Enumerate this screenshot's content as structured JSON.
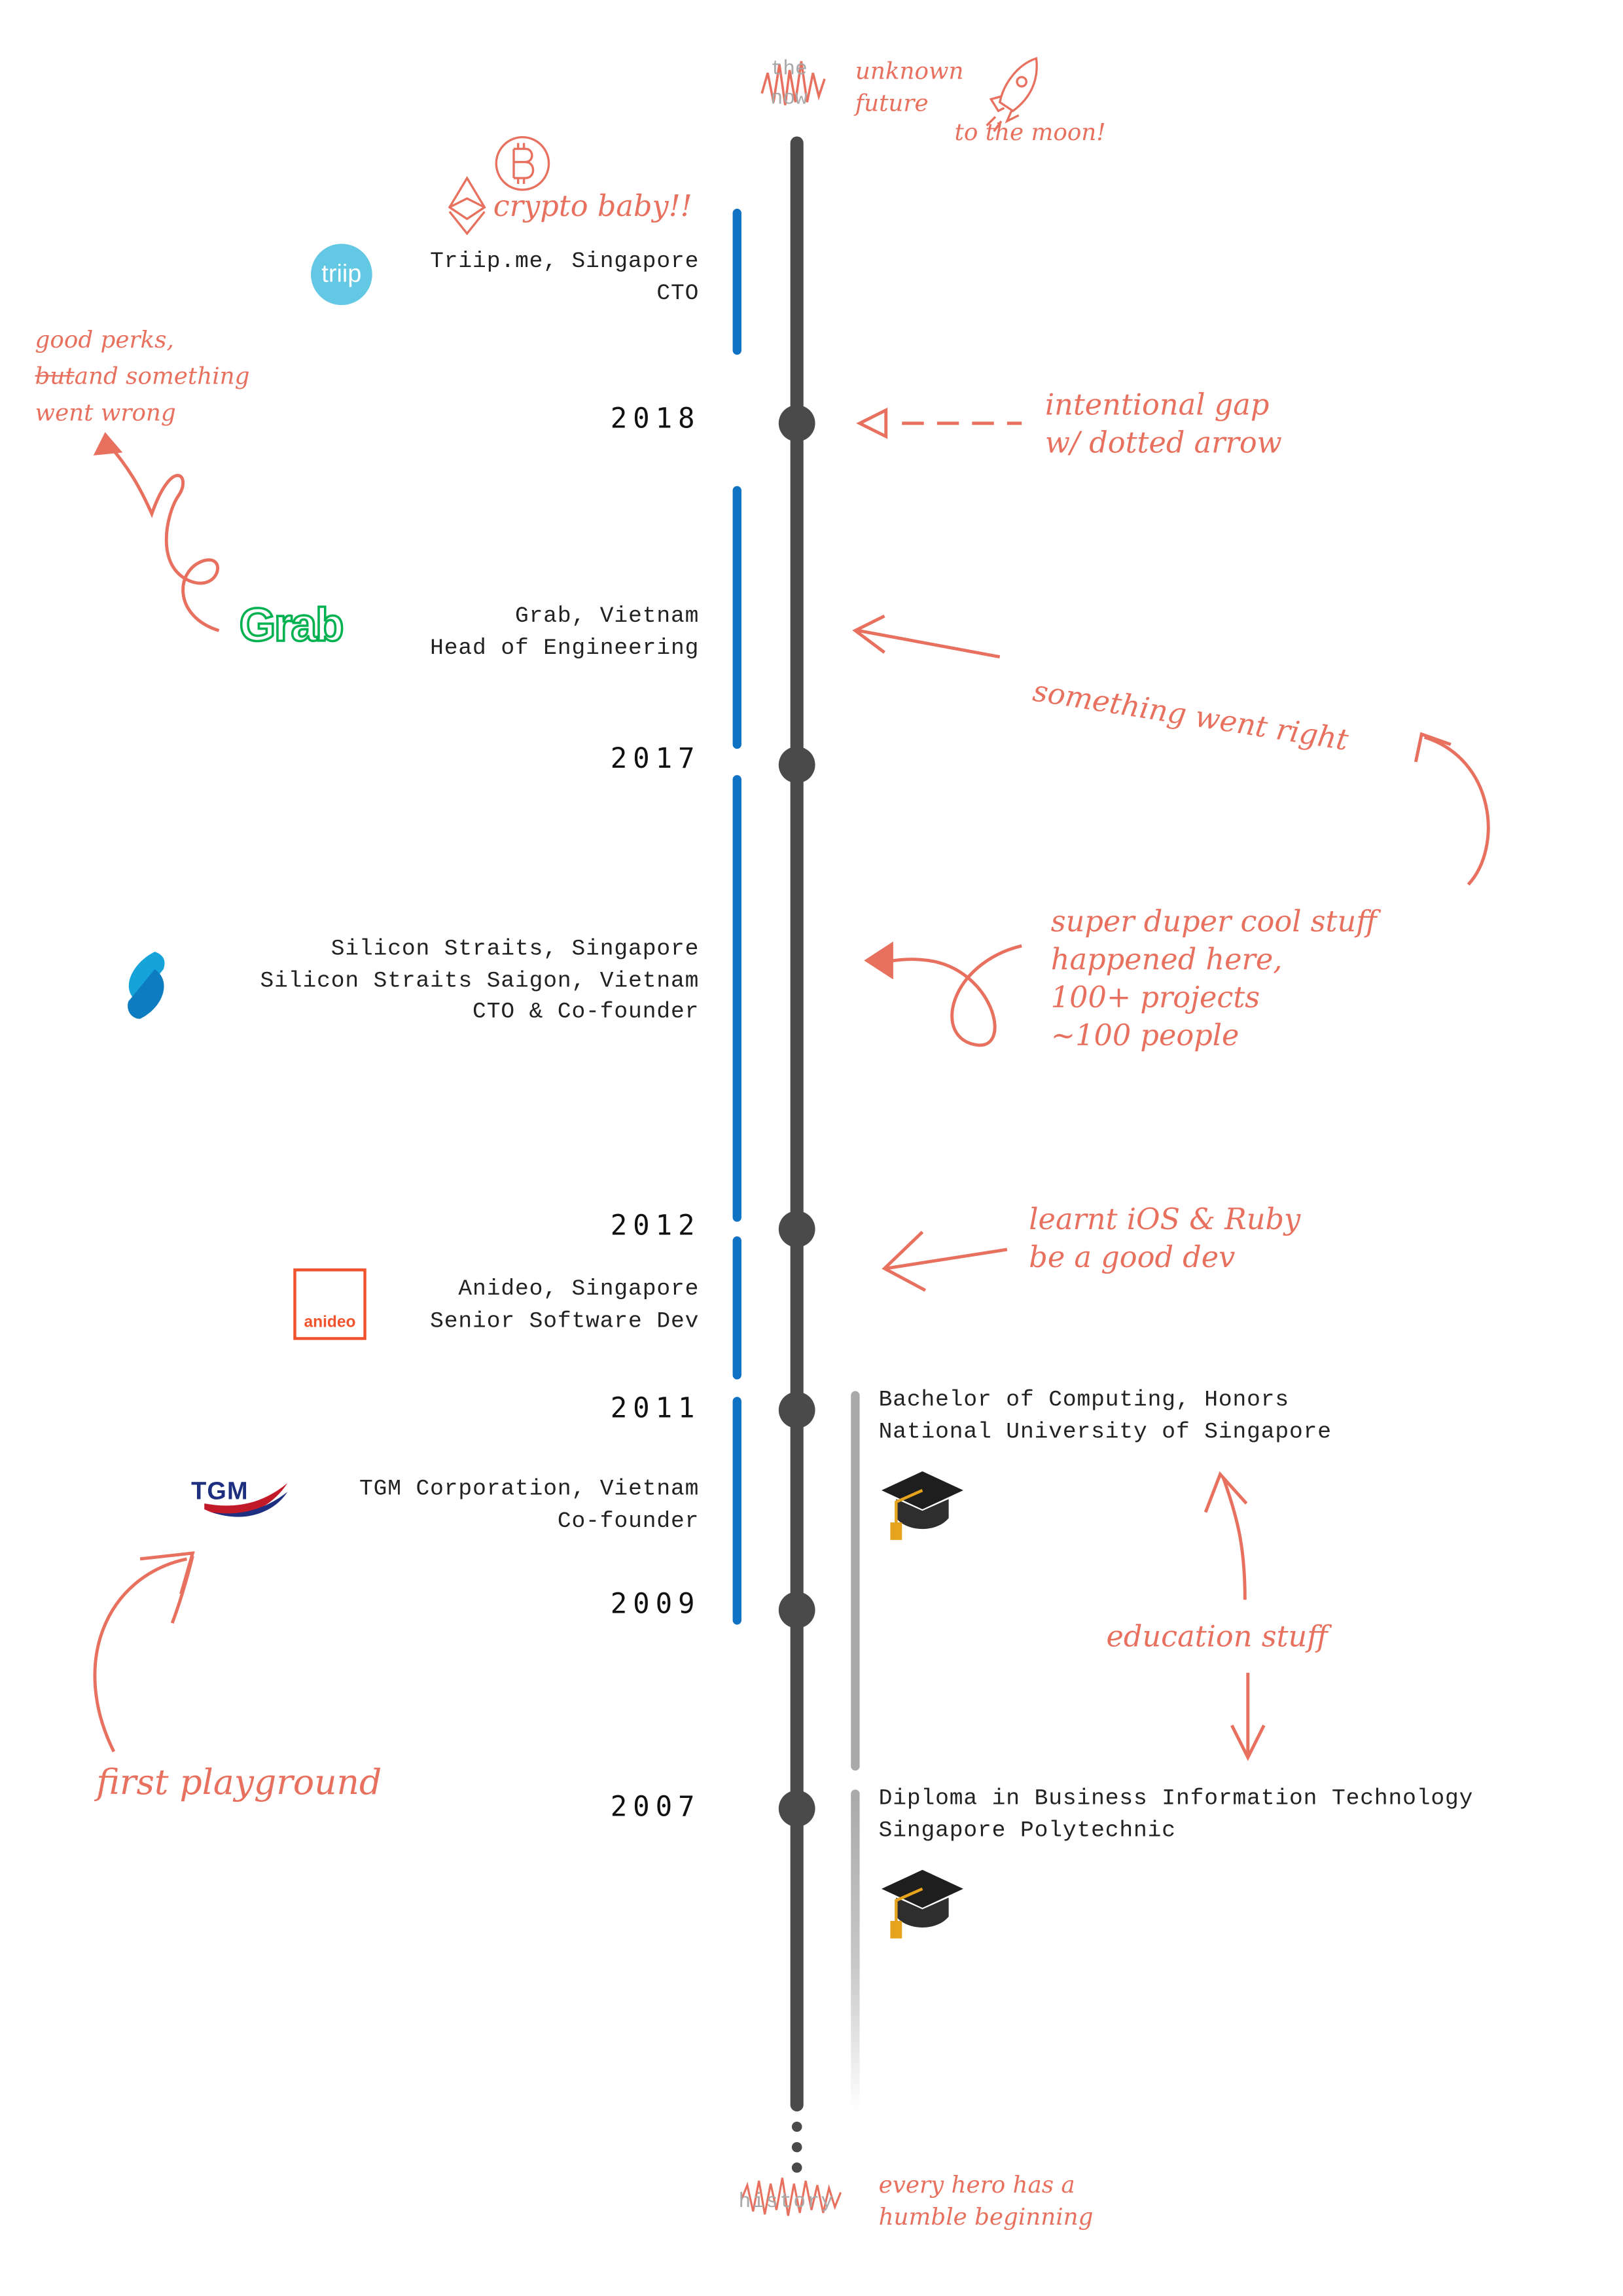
{
  "colors": {
    "axis": "#4a4a4a",
    "job_bar": "#1072c2",
    "edu_bar": "#a9a9a9",
    "annotation": "#e8705e"
  },
  "top_marker": {
    "text_line1": "the",
    "text_line2": "now"
  },
  "bottom_marker": {
    "text": "history"
  },
  "years": [
    "2018",
    "2017",
    "2012",
    "2011",
    "2009",
    "2007"
  ],
  "jobs": [
    {
      "company": "Triip.me, Singapore",
      "role": "CTO",
      "logo": "triip"
    },
    {
      "company": "Grab, Vietnam",
      "role": "Head of Engineering",
      "logo": "Grab"
    },
    {
      "company": "Silicon Straits, Singapore",
      "company2": "Silicon Straits Saigon, Vietnam",
      "role": "CTO & Co-founder",
      "logo": "silicon-straits-logo"
    },
    {
      "company": "Anideo, Singapore",
      "role": "Senior Software Dev",
      "logo": "anideo"
    },
    {
      "company": "TGM Corporation, Vietnam",
      "role": "Co-founder",
      "logo": "TGM"
    }
  ],
  "education": [
    {
      "degree": "Bachelor of Computing, Honors",
      "school": "National University of Singapore",
      "icon": "graduation-cap-icon"
    },
    {
      "degree": "Diploma in Business Information Technology",
      "school": "Singapore Polytechnic",
      "icon": "graduation-cap-icon"
    }
  ],
  "annotations": {
    "future_line1": "unknown",
    "future_line2": "future",
    "moon": "to the moon!",
    "crypto": "crypto baby!!",
    "perks_line1": "good perks,",
    "perks_strike": "but",
    "perks_line2_rest": "and something",
    "perks_line3": "went wrong",
    "gap_line1": "intentional gap",
    "gap_line2": "w/ dotted arrow",
    "right": "something went right",
    "cool_line1": "super duper cool stuff",
    "cool_line2": "happened here,",
    "cool_line3": "100+ projects",
    "cool_line4": "~100 people",
    "learnt_line1": "learnt iOS & Ruby",
    "learnt_line2": "be a good dev",
    "education": "education stuff",
    "playground": "first playground",
    "hero_line1": "every hero has a",
    "hero_line2": "humble beginning"
  }
}
